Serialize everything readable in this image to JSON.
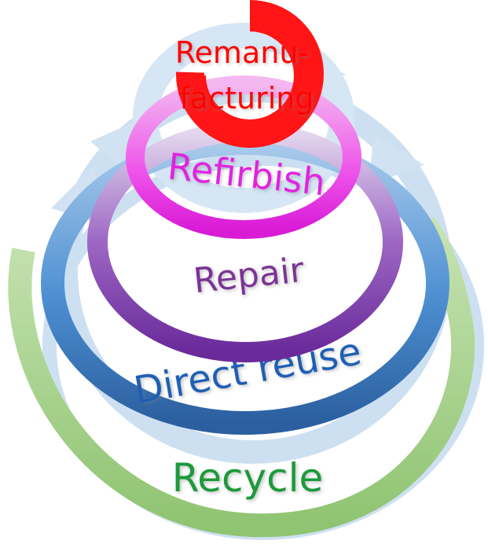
{
  "rings": [
    {
      "id": "recycle",
      "label": "Recycle",
      "color": "#a9d08e",
      "text_color": "#1a9a3a"
    },
    {
      "id": "direct-reuse",
      "label": "Direct reuse",
      "color": "#3d7cc0",
      "text_color": "#1f5fb4"
    },
    {
      "id": "repair",
      "label": "Repair",
      "color": "#7f3aa8",
      "text_color": "#7b3196"
    },
    {
      "id": "refirbish",
      "label": "Refirbish",
      "color": "#e83fe3",
      "text_color": "#e020e0"
    },
    {
      "id": "remanufacturing",
      "label_line1": "Remanu-",
      "label_line2": "facturing",
      "color": "#ff1515",
      "text_color": "#ff0000"
    }
  ],
  "arrow_color": "#b9d3ec"
}
